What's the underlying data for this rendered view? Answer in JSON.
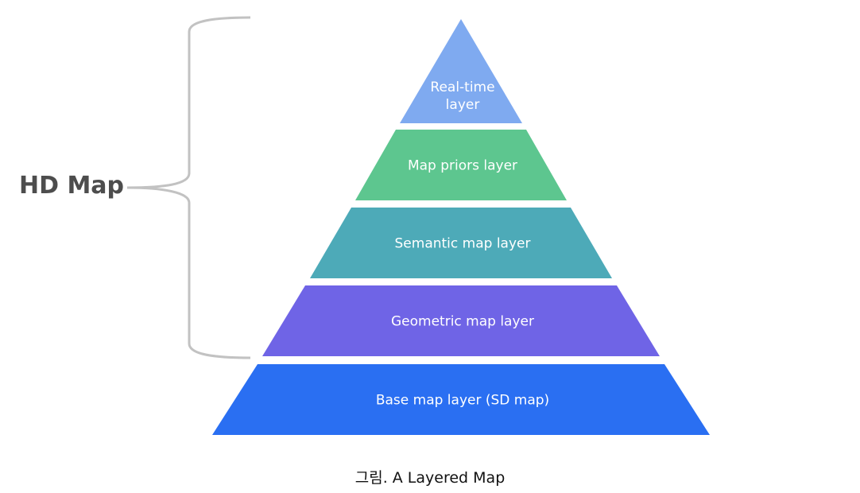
{
  "hd_map_label": "HD Map",
  "caption": "그림. A Layered Map",
  "layers": [
    {
      "lines": [
        "Real-time",
        "layer"
      ],
      "color": "#7faaf0"
    },
    {
      "lines": [
        "Map priors layer"
      ],
      "color": "#5dc68f"
    },
    {
      "lines": [
        "Semantic map layer"
      ],
      "color": "#4daab8"
    },
    {
      "lines": [
        "Geometric map layer"
      ],
      "color": "#6f64e6"
    },
    {
      "lines": [
        "Base map layer (SD map)"
      ],
      "color": "#2a6ff2"
    }
  ],
  "bracket_color": "#c2c2c2"
}
